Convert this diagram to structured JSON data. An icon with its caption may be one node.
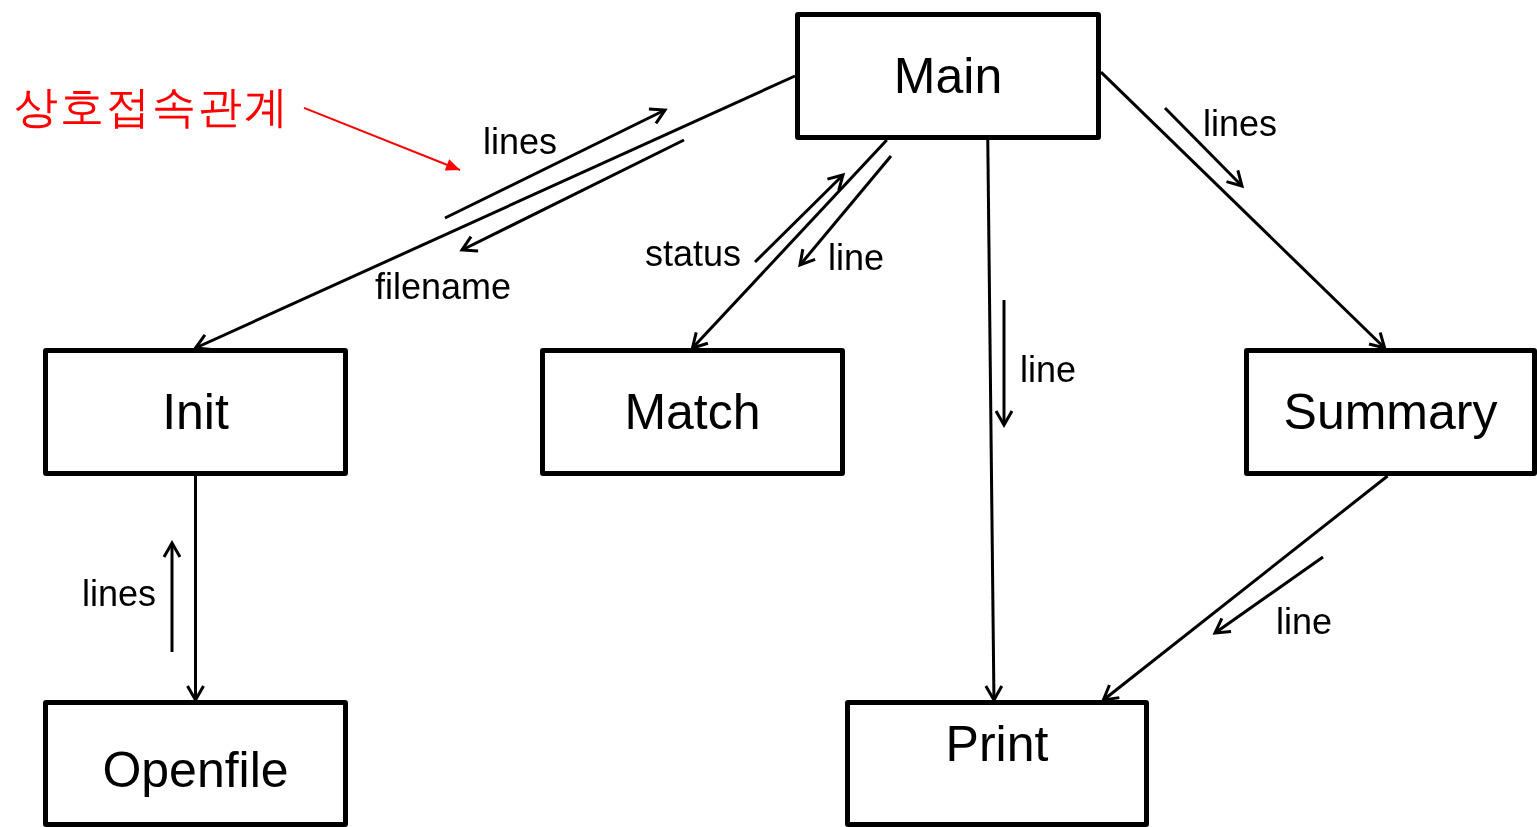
{
  "diagram": {
    "nodes": [
      {
        "text": [
          "Main"
        ]
      },
      {
        "text": [
          "Init"
        ]
      },
      {
        "text": [
          "Match"
        ]
      },
      {
        "text": [
          "Summary"
        ]
      },
      {
        "text": [
          "Openfile"
        ]
      },
      {
        "text": [
          "Print"
        ]
      },
      {
        "text": [
          "상호접속관계"
        ]
      }
    ],
    "edges": [
      {
        "from": 0,
        "to": 1,
        "arrow": "to"
      },
      {
        "from": 0,
        "to": 2,
        "arrow": "to"
      },
      {
        "from": 0,
        "to": 5,
        "arrow": "to"
      },
      {
        "from": 0,
        "to": 3,
        "arrow": "to"
      },
      {
        "from": 1,
        "to": 4,
        "arrow": "to"
      },
      {
        "from": 3,
        "to": 5,
        "arrow": "to"
      },
      {
        "from": 6,
        "to": null,
        "arrow": "to",
        "color": "#ff0000"
      }
    ],
    "labels": [
      "lines",
      "lines",
      "status",
      "line",
      "filename",
      "line",
      "lines",
      "line"
    ]
  }
}
